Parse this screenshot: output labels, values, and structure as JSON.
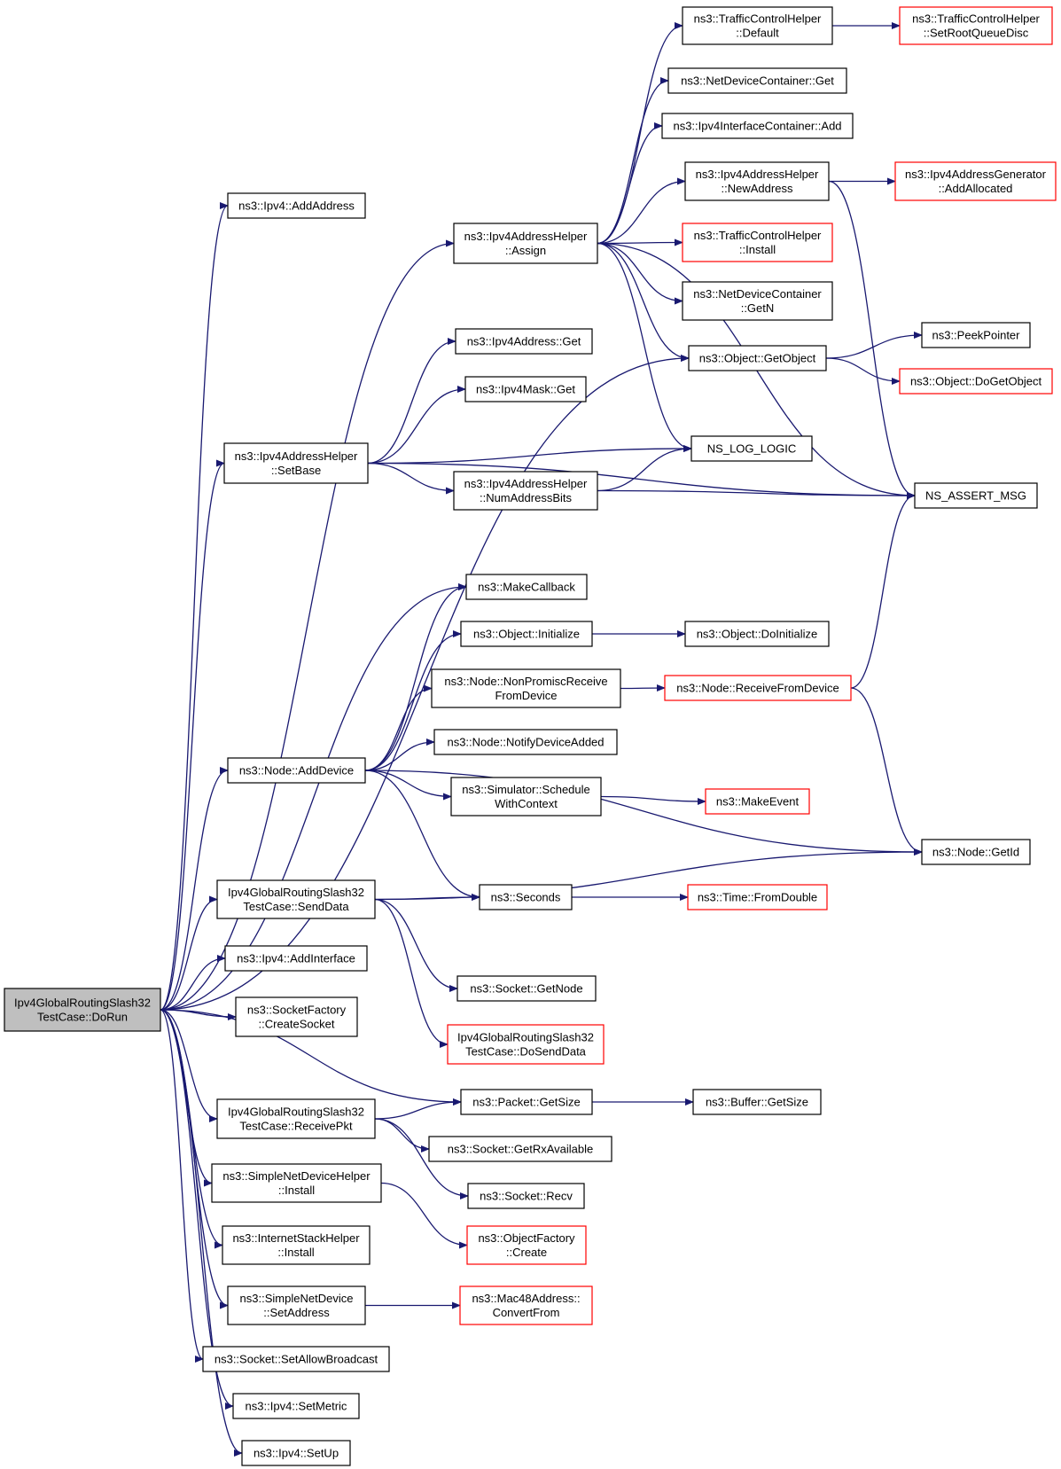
{
  "colors": {
    "edge": "#191970",
    "normal_border": "#000000",
    "truncated_border": "#ff0000",
    "root_fill": "#bfbfbf",
    "node_fill": "#ffffff"
  },
  "nodes": [
    {
      "id": "root",
      "lines": [
        "Ipv4GlobalRoutingSlash32",
        "TestCase::DoRun"
      ],
      "style": "root"
    },
    {
      "id": "ipv4_addaddress",
      "lines": [
        "ns3::Ipv4::AddAddress"
      ],
      "style": "normal"
    },
    {
      "id": "addrhelper_assign",
      "lines": [
        "ns3::Ipv4AddressHelper",
        "::Assign"
      ],
      "style": "normal"
    },
    {
      "id": "tch_default",
      "lines": [
        "ns3::TrafficControlHelper",
        "::Default"
      ],
      "style": "normal"
    },
    {
      "id": "tch_setrootqueuedisc",
      "lines": [
        "ns3::TrafficControlHelper",
        "::SetRootQueueDisc"
      ],
      "style": "truncated"
    },
    {
      "id": "ndc_get",
      "lines": [
        "ns3::NetDeviceContainer::Get"
      ],
      "style": "normal"
    },
    {
      "id": "iic_add",
      "lines": [
        "ns3::Ipv4InterfaceContainer::Add"
      ],
      "style": "normal"
    },
    {
      "id": "addrhelper_newaddress",
      "lines": [
        "ns3::Ipv4AddressHelper",
        "::NewAddress"
      ],
      "style": "normal"
    },
    {
      "id": "addrgen_addallocated",
      "lines": [
        "ns3::Ipv4AddressGenerator",
        "::AddAllocated"
      ],
      "style": "truncated"
    },
    {
      "id": "tch_install",
      "lines": [
        "ns3::TrafficControlHelper",
        "::Install"
      ],
      "style": "truncated"
    },
    {
      "id": "ndc_getn",
      "lines": [
        "ns3::NetDeviceContainer",
        "::GetN"
      ],
      "style": "normal"
    },
    {
      "id": "peekpointer",
      "lines": [
        "ns3::PeekPointer"
      ],
      "style": "normal"
    },
    {
      "id": "object_getobject",
      "lines": [
        "ns3::Object::GetObject"
      ],
      "style": "normal"
    },
    {
      "id": "object_dogetobject",
      "lines": [
        "ns3::Object::DoGetObject"
      ],
      "style": "truncated"
    },
    {
      "id": "ipv4address_get",
      "lines": [
        "ns3::Ipv4Address::Get"
      ],
      "style": "normal"
    },
    {
      "id": "ipv4mask_get",
      "lines": [
        "ns3::Ipv4Mask::Get"
      ],
      "style": "normal"
    },
    {
      "id": "addrhelper_setbase",
      "lines": [
        "ns3::Ipv4AddressHelper",
        "::SetBase"
      ],
      "style": "normal"
    },
    {
      "id": "ns_log_logic",
      "lines": [
        "NS_LOG_LOGIC"
      ],
      "style": "normal"
    },
    {
      "id": "addrhelper_numaddressbits",
      "lines": [
        "ns3::Ipv4AddressHelper",
        "::NumAddressBits"
      ],
      "style": "normal"
    },
    {
      "id": "ns_assert_msg",
      "lines": [
        "NS_ASSERT_MSG"
      ],
      "style": "normal"
    },
    {
      "id": "makecallback",
      "lines": [
        "ns3::MakeCallback"
      ],
      "style": "normal"
    },
    {
      "id": "object_initialize",
      "lines": [
        "ns3::Object::Initialize"
      ],
      "style": "normal"
    },
    {
      "id": "object_doinitialize",
      "lines": [
        "ns3::Object::DoInitialize"
      ],
      "style": "normal"
    },
    {
      "id": "node_nonpromisc",
      "lines": [
        "ns3::Node::NonPromiscReceive",
        "FromDevice"
      ],
      "style": "normal"
    },
    {
      "id": "node_receivefromdevice",
      "lines": [
        "ns3::Node::ReceiveFromDevice"
      ],
      "style": "truncated"
    },
    {
      "id": "node_notifydeviceadded",
      "lines": [
        "ns3::Node::NotifyDeviceAdded"
      ],
      "style": "normal"
    },
    {
      "id": "node_adddevice",
      "lines": [
        "ns3::Node::AddDevice"
      ],
      "style": "normal"
    },
    {
      "id": "simulator_schedulewithcontext",
      "lines": [
        "ns3::Simulator::Schedule",
        "WithContext"
      ],
      "style": "normal"
    },
    {
      "id": "makeevent",
      "lines": [
        "ns3::MakeEvent"
      ],
      "style": "truncated"
    },
    {
      "id": "node_getid",
      "lines": [
        "ns3::Node::GetId"
      ],
      "style": "normal"
    },
    {
      "id": "senddata",
      "lines": [
        "Ipv4GlobalRoutingSlash32",
        "TestCase::SendData"
      ],
      "style": "normal"
    },
    {
      "id": "seconds",
      "lines": [
        "ns3::Seconds"
      ],
      "style": "normal"
    },
    {
      "id": "time_fromdouble",
      "lines": [
        "ns3::Time::FromDouble"
      ],
      "style": "truncated"
    },
    {
      "id": "ipv4_addinterface",
      "lines": [
        "ns3::Ipv4::AddInterface"
      ],
      "style": "normal"
    },
    {
      "id": "socket_getnode",
      "lines": [
        "ns3::Socket::GetNode"
      ],
      "style": "normal"
    },
    {
      "id": "socketfactory_createsocket",
      "lines": [
        "ns3::SocketFactory",
        "::CreateSocket"
      ],
      "style": "normal"
    },
    {
      "id": "dosenddata",
      "lines": [
        "Ipv4GlobalRoutingSlash32",
        "TestCase::DoSendData"
      ],
      "style": "truncated"
    },
    {
      "id": "packet_getsize",
      "lines": [
        "ns3::Packet::GetSize"
      ],
      "style": "normal"
    },
    {
      "id": "buffer_getsize",
      "lines": [
        "ns3::Buffer::GetSize"
      ],
      "style": "normal"
    },
    {
      "id": "receivepkt",
      "lines": [
        "Ipv4GlobalRoutingSlash32",
        "TestCase::ReceivePkt"
      ],
      "style": "normal"
    },
    {
      "id": "socket_getrxavailable",
      "lines": [
        "ns3::Socket::GetRxAvailable"
      ],
      "style": "normal"
    },
    {
      "id": "simplenetdevicehelper_install",
      "lines": [
        "ns3::SimpleNetDeviceHelper",
        "::Install"
      ],
      "style": "normal"
    },
    {
      "id": "socket_recv",
      "lines": [
        "ns3::Socket::Recv"
      ],
      "style": "normal"
    },
    {
      "id": "internetstackhelper_install",
      "lines": [
        "ns3::InternetStackHelper",
        "::Install"
      ],
      "style": "normal"
    },
    {
      "id": "objectfactory_create",
      "lines": [
        "ns3::ObjectFactory",
        "::Create"
      ],
      "style": "truncated"
    },
    {
      "id": "simplenetdevice_setaddress",
      "lines": [
        "ns3::SimpleNetDevice",
        "::SetAddress"
      ],
      "style": "normal"
    },
    {
      "id": "mac48_convertfrom",
      "lines": [
        "ns3::Mac48Address::",
        "ConvertFrom"
      ],
      "style": "truncated"
    },
    {
      "id": "socket_setallowbroadcast",
      "lines": [
        "ns3::Socket::SetAllowBroadcast"
      ],
      "style": "normal"
    },
    {
      "id": "ipv4_setmetric",
      "lines": [
        "ns3::Ipv4::SetMetric"
      ],
      "style": "normal"
    },
    {
      "id": "ipv4_setup",
      "lines": [
        "ns3::Ipv4::SetUp"
      ],
      "style": "normal"
    }
  ],
  "edges": [
    [
      "root",
      "ipv4_addaddress"
    ],
    [
      "root",
      "addrhelper_assign"
    ],
    [
      "root",
      "object_getobject"
    ],
    [
      "root",
      "addrhelper_setbase"
    ],
    [
      "root",
      "makecallback"
    ],
    [
      "root",
      "node_adddevice"
    ],
    [
      "root",
      "senddata"
    ],
    [
      "root",
      "ipv4_addinterface"
    ],
    [
      "root",
      "socketfactory_createsocket"
    ],
    [
      "root",
      "packet_getsize"
    ],
    [
      "root",
      "receivepkt"
    ],
    [
      "root",
      "simplenetdevicehelper_install"
    ],
    [
      "root",
      "internetstackhelper_install"
    ],
    [
      "root",
      "simplenetdevice_setaddress"
    ],
    [
      "root",
      "socket_setallowbroadcast"
    ],
    [
      "root",
      "ipv4_setmetric"
    ],
    [
      "root",
      "ipv4_setup"
    ],
    [
      "addrhelper_assign",
      "tch_default"
    ],
    [
      "addrhelper_assign",
      "ndc_get"
    ],
    [
      "addrhelper_assign",
      "iic_add"
    ],
    [
      "addrhelper_assign",
      "addrhelper_newaddress"
    ],
    [
      "addrhelper_assign",
      "tch_install"
    ],
    [
      "addrhelper_assign",
      "ndc_getn"
    ],
    [
      "addrhelper_assign",
      "object_getobject"
    ],
    [
      "addrhelper_assign",
      "ns_log_logic"
    ],
    [
      "addrhelper_assign",
      "ns_assert_msg"
    ],
    [
      "tch_default",
      "tch_setrootqueuedisc"
    ],
    [
      "addrhelper_newaddress",
      "addrgen_addallocated"
    ],
    [
      "addrhelper_newaddress",
      "ns_assert_msg"
    ],
    [
      "object_getobject",
      "peekpointer"
    ],
    [
      "object_getobject",
      "object_dogetobject"
    ],
    [
      "addrhelper_setbase",
      "ipv4address_get"
    ],
    [
      "addrhelper_setbase",
      "ipv4mask_get"
    ],
    [
      "addrhelper_setbase",
      "ns_log_logic"
    ],
    [
      "addrhelper_setbase",
      "addrhelper_numaddressbits"
    ],
    [
      "addrhelper_setbase",
      "ns_assert_msg"
    ],
    [
      "addrhelper_numaddressbits",
      "ns_log_logic"
    ],
    [
      "addrhelper_numaddressbits",
      "ns_assert_msg"
    ],
    [
      "node_adddevice",
      "makecallback"
    ],
    [
      "node_adddevice",
      "object_initialize"
    ],
    [
      "node_adddevice",
      "node_nonpromisc"
    ],
    [
      "node_adddevice",
      "node_notifydeviceadded"
    ],
    [
      "node_adddevice",
      "simulator_schedulewithcontext"
    ],
    [
      "node_adddevice",
      "node_getid"
    ],
    [
      "node_adddevice",
      "seconds"
    ],
    [
      "object_initialize",
      "object_doinitialize"
    ],
    [
      "node_nonpromisc",
      "node_receivefromdevice"
    ],
    [
      "node_receivefromdevice",
      "ns_assert_msg"
    ],
    [
      "node_receivefromdevice",
      "node_getid"
    ],
    [
      "simulator_schedulewithcontext",
      "makeevent"
    ],
    [
      "senddata",
      "seconds"
    ],
    [
      "senddata",
      "node_getid"
    ],
    [
      "senddata",
      "socket_getnode"
    ],
    [
      "senddata",
      "dosenddata"
    ],
    [
      "seconds",
      "time_fromdouble"
    ],
    [
      "packet_getsize",
      "buffer_getsize"
    ],
    [
      "receivepkt",
      "packet_getsize"
    ],
    [
      "receivepkt",
      "socket_getrxavailable"
    ],
    [
      "receivepkt",
      "socket_recv"
    ],
    [
      "simplenetdevicehelper_install",
      "objectfactory_create"
    ],
    [
      "simplenetdevice_setaddress",
      "mac48_convertfrom"
    ]
  ]
}
